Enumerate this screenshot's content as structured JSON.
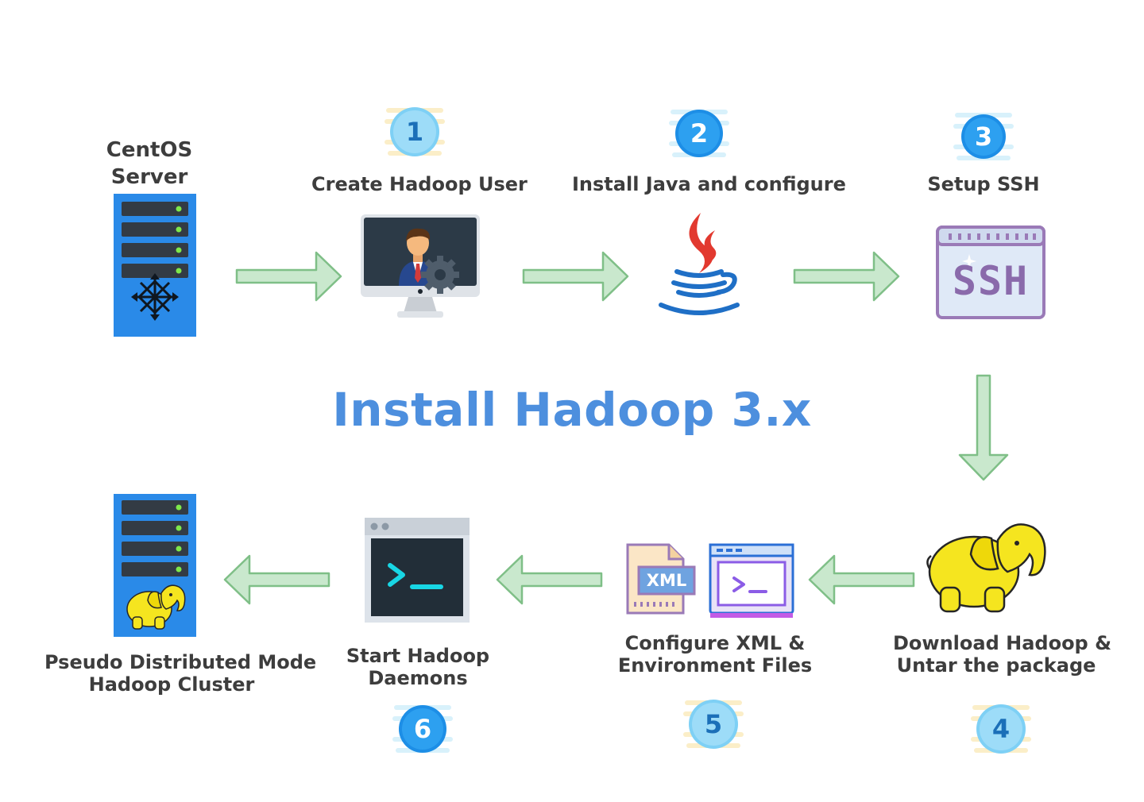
{
  "title": "Install Hadoop 3.x",
  "start": {
    "label_line1": "CentOS",
    "label_line2": "Server"
  },
  "end": {
    "label_line1": "Pseudo Distributed Mode",
    "label_line2": "Hadoop Cluster"
  },
  "steps": [
    {
      "number": "1",
      "label_line1": "Create Hadoop User",
      "label_line2": ""
    },
    {
      "number": "2",
      "label_line1": "Install Java and configure",
      "label_line2": ""
    },
    {
      "number": "3",
      "label_line1": "Setup SSH",
      "label_line2": "",
      "icon_text": "SSH"
    },
    {
      "number": "4",
      "label_line1": "Download Hadoop &",
      "label_line2": "Untar the package"
    },
    {
      "number": "5",
      "label_line1": "Configure XML &",
      "label_line2": "Environment Files",
      "icon_text": "XML"
    },
    {
      "number": "6",
      "label_line1": "Start Hadoop",
      "label_line2": "Daemons"
    }
  ],
  "colors": {
    "title": "#4d8fde",
    "arrow_fill": "#c9e8cd",
    "arrow_stroke": "#7fbf87",
    "server_blue": "#2a8ae8",
    "badge_light": "#7ed0f5",
    "badge_dark": "#1d8ee6"
  }
}
